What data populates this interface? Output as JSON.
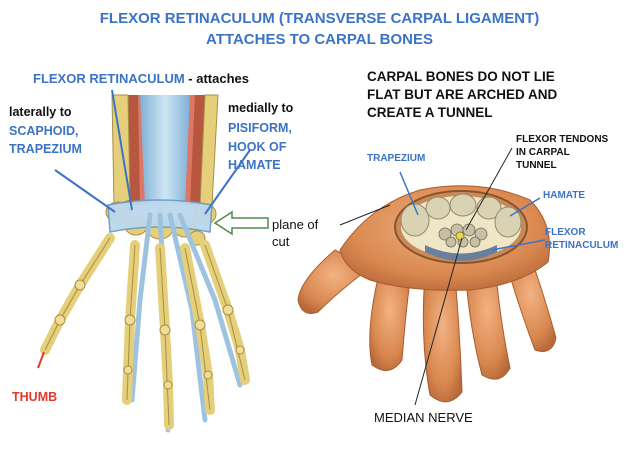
{
  "title": {
    "line1": "FLEXOR RETINACULUM (TRANSVERSE CARPAL LIGAMENT)",
    "line2": "ATTACHES TO CARPAL BONES"
  },
  "left_figure": {
    "retinaculum_label": "FLEXOR RETINACULUM",
    "attaches": " - attaches",
    "laterally_to": "laterally to",
    "lateral_line1": "SCAPHOID,",
    "lateral_line2": "TRAPEZIUM",
    "medially_to": "medially to",
    "medial_line1": "PISIFORM,",
    "medial_line2": "HOOK OF",
    "medial_line3": "HAMATE",
    "plane_line1": "plane of",
    "plane_line2": "cut",
    "thumb": "THUMB"
  },
  "right_figure": {
    "heading_line1": "CARPAL BONES DO NOT LIE",
    "heading_line2": "FLAT BUT ARE ARCHED AND",
    "heading_line3": "CREATE A TUNNEL",
    "tendons_line1": "FLEXOR TENDONS",
    "tendons_line2": "IN CARPAL",
    "tendons_line3": "TUNNEL",
    "trapezium": "TRAPEZIUM",
    "hamate": "HAMATE",
    "retinaculum_line1": "FLEXOR",
    "retinaculum_line2": "RETINACULUM",
    "median_nerve": "MEDIAN NERVE"
  },
  "colors": {
    "title_blue": "#3b73c7",
    "thumb_red": "#e23a2a",
    "bone": "#e6cf7a",
    "tendon": "#9dc3df",
    "skin": "#d9884f"
  }
}
